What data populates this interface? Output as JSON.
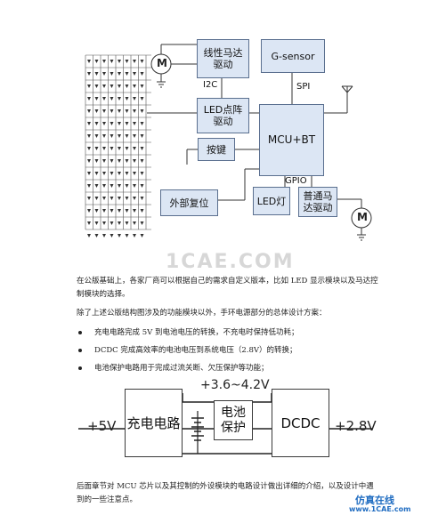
{
  "block_diagram": {
    "linear_motor": "线性马达\n驱动",
    "g_sensor": "G-sensor",
    "i2c": "I2C",
    "spi": "SPI",
    "led_matrix": "LED点阵\n驱动",
    "mcu": "MCU+BT",
    "keys": "按键",
    "gpio": "GPIO",
    "reset": "外部复位",
    "led": "LED灯",
    "normal_motor": "普通马\n达驱动",
    "motor_symbol": "M"
  },
  "watermark_center": "1CAE.COM",
  "paragraphs": {
    "p1": "在公版基础上，各家厂商可以根据自己的需求自定义版本，比如 LED 显示模块以及马达控制模块的选择。",
    "p2": "除了上述公版结构图涉及的功能模块以外，手环电源部分的总体设计方案："
  },
  "bullets": [
    "充电电路完成 5V 到电池电压的转换，不充电时保持低功耗；",
    "DCDC 完成高效率的电池电压到系统电压（2.8V）的转换；",
    "电池保护电路用于完成过流关断、欠压保护等功能；"
  ],
  "power_diagram": {
    "input": "+5V",
    "charger": "充电电路",
    "rail": "+3.6~4.2V",
    "battery": "电池\n保护",
    "dcdc": "DCDC",
    "output": "+2.8V"
  },
  "closing": "后面章节对 MCU 芯片以及其控制的外设模块的电路设计做出详细的介绍，以及设计中遇到的一些注意点。",
  "footer": {
    "brand": "仿真在线",
    "url": "www.1CAE.com"
  }
}
